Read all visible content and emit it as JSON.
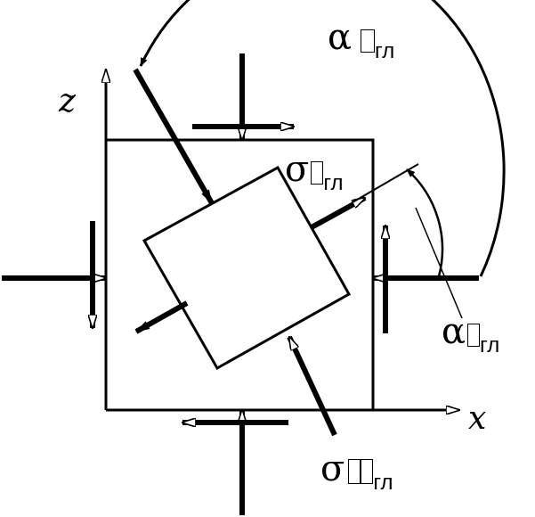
{
  "axes": {
    "x_label": "x",
    "z_label": "z"
  },
  "labels": {
    "sigma_top": {
      "symbol": "σ",
      "subscript": "гл"
    },
    "sigma_bottom": {
      "symbol": "σ",
      "subscript": "гл"
    },
    "alpha_top": {
      "symbol": "α",
      "subscript": "гл"
    },
    "alpha_right": {
      "symbol": "α",
      "subscript": "гл"
    }
  },
  "colors": {
    "ink": "#000000",
    "background": "#ffffff"
  }
}
